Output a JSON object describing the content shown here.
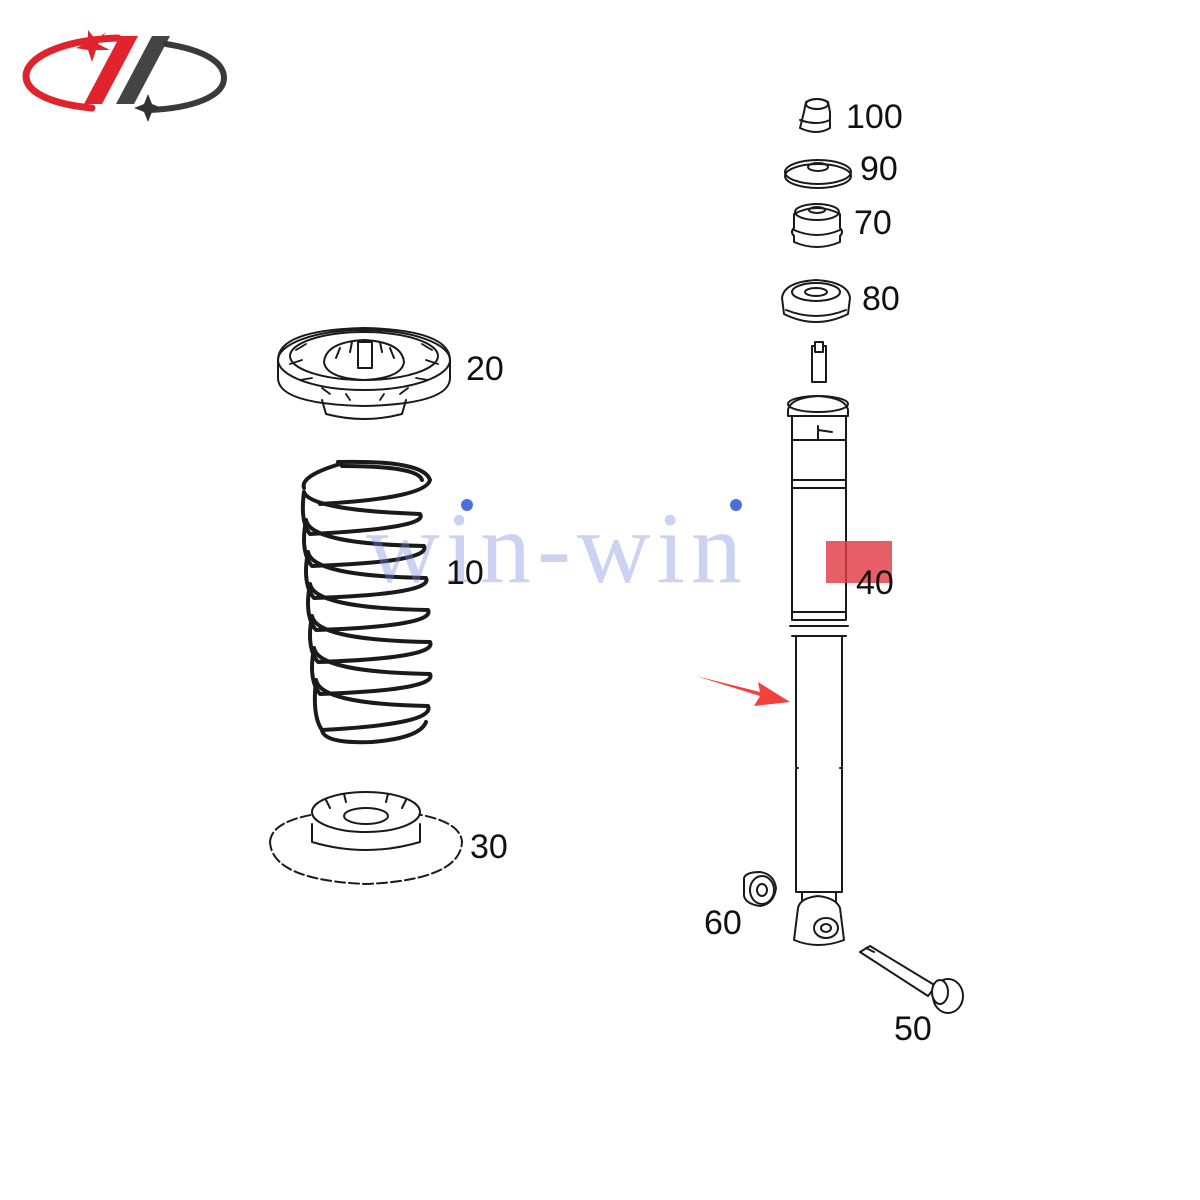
{
  "brand": {
    "logo": "ww-brand-logo",
    "watermark_text": "win-win",
    "colors": {
      "logo_red": "#e0232c",
      "logo_dark": "#333333",
      "arrow": "#f2403a",
      "marker": "#e13c46",
      "watermark": "#788cdc"
    }
  },
  "parts": {
    "p100": {
      "label": "100",
      "icon": "rubber-bump-stop-icon"
    },
    "p90": {
      "label": "90",
      "icon": "washer-plate-icon"
    },
    "p70": {
      "label": "70",
      "icon": "upper-bushing-icon"
    },
    "p80": {
      "label": "80",
      "icon": "lower-bushing-icon"
    },
    "p20": {
      "label": "20",
      "icon": "upper-spring-seat-icon"
    },
    "p10": {
      "label": "10",
      "icon": "coil-spring-icon"
    },
    "p40": {
      "label": "40",
      "icon": "shock-absorber-icon"
    },
    "p30": {
      "label": "30",
      "icon": "lower-spring-pad-icon"
    },
    "p60": {
      "label": "60",
      "icon": "eye-bushing-icon"
    },
    "p50": {
      "label": "50",
      "icon": "mounting-bolt-icon"
    }
  },
  "highlight": {
    "target_part": "40",
    "arrow_icon": "pointer-arrow-icon"
  }
}
